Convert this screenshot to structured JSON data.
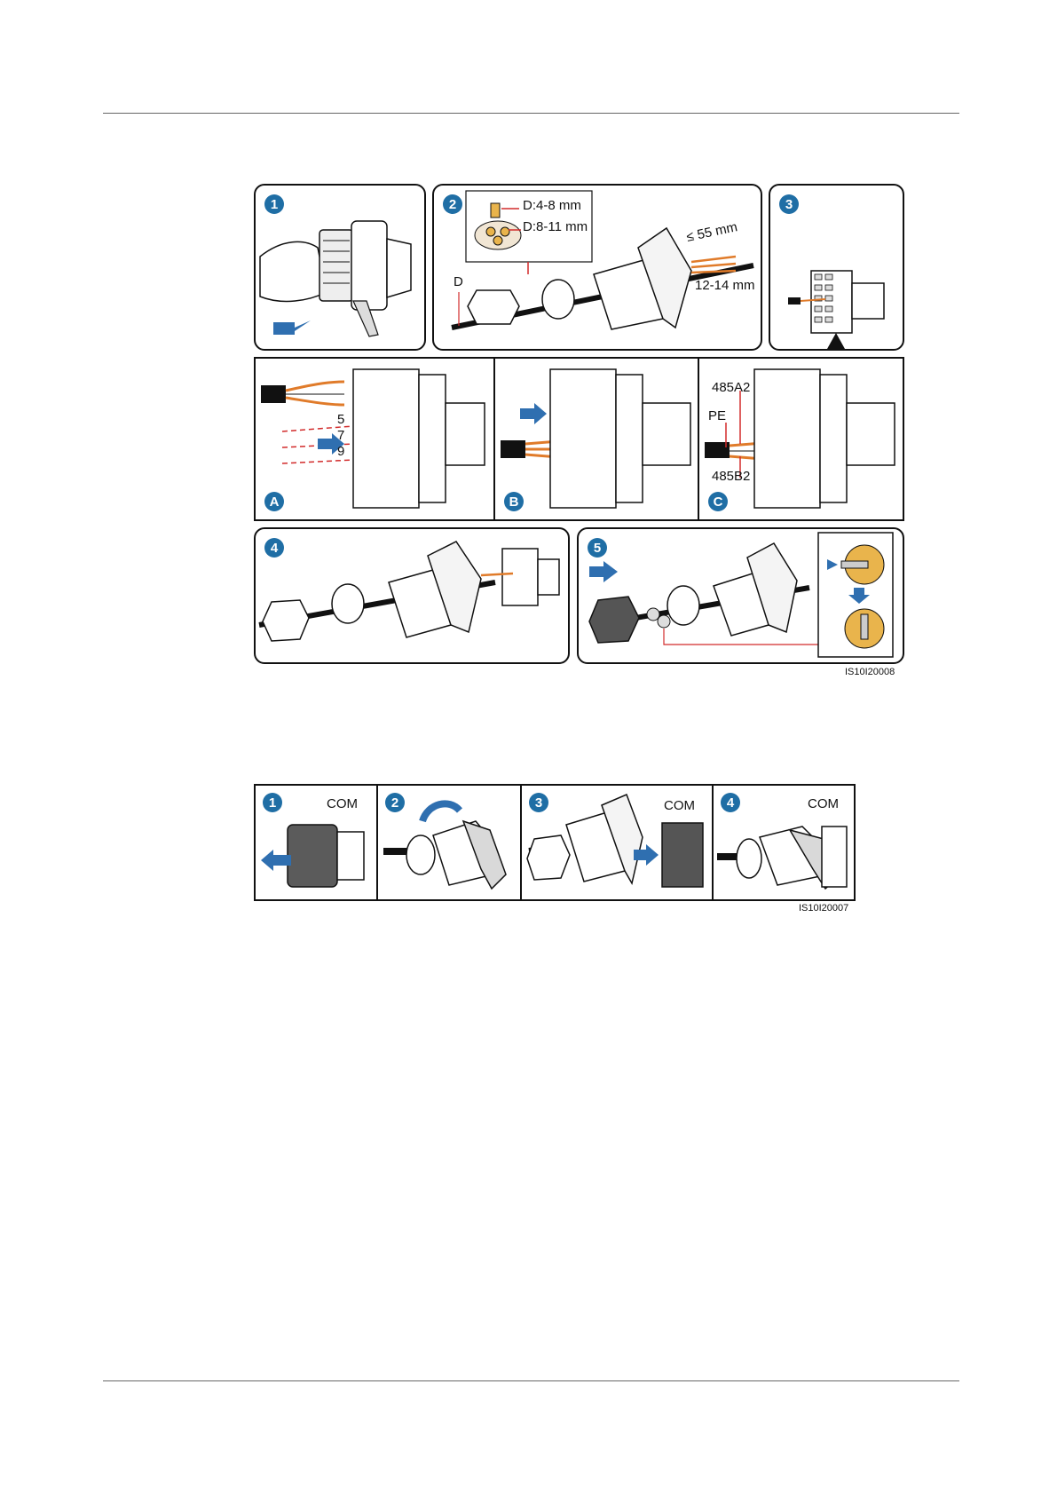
{
  "figure1": {
    "steps": [
      "1",
      "2",
      "3",
      "4",
      "5"
    ],
    "substeps": [
      "A",
      "B",
      "C"
    ],
    "diameter_small": "D:4-8 mm",
    "diameter_large": "D:8-11 mm",
    "d_label": "D",
    "strip_length": "≤ 55 mm",
    "strip_core": "12-14 mm",
    "pins": [
      "5",
      "7",
      "9"
    ],
    "label_485a2": "485A2",
    "label_pe": "PE",
    "label_485b2": "485B2",
    "code": "IS10I20008"
  },
  "figure2": {
    "steps": [
      "1",
      "2",
      "3",
      "4"
    ],
    "port_label": "COM",
    "code": "IS10I20007"
  },
  "colors": {
    "step_badge": "#1f6ea5",
    "arrow": "#2f6fb0",
    "wire_orange": "#e07b2a",
    "callout_red": "#d22b2b",
    "seal_yellow": "#e9b44c"
  }
}
